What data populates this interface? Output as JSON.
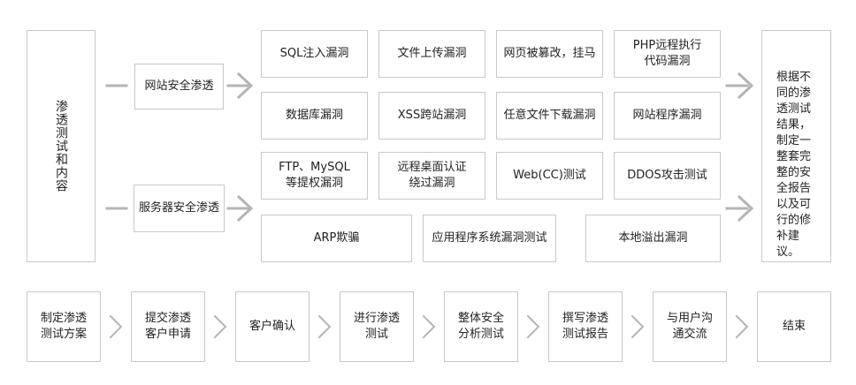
{
  "left_panel": {
    "title": "渗透测试和内容"
  },
  "categories": {
    "web": "网站安全渗透",
    "server": "服务器安全渗透"
  },
  "web_items": [
    "SQL注入漏洞",
    "文件上传漏洞",
    "网页被篡改，挂马",
    "PHP远程执行\n代码漏洞",
    "数据库漏洞",
    "XSS跨站漏洞",
    "任意文件下载漏洞",
    "网站程序漏洞"
  ],
  "server_items": [
    "FTP、MySQL\n等提权漏洞",
    "远程桌面认证\n绕过漏洞",
    "Web(CC)测试",
    "DDOS攻击测试",
    "ARP欺骗",
    "应用程序系统漏洞测试",
    "本地溢出漏洞"
  ],
  "summary": "根据不同的渗透测试结果，制定一整套完整的安全报告以及可行的修补建议。",
  "process_steps": [
    "制定渗透\n测试方案",
    "提交渗透\n客户申请",
    "客户确认",
    "进行渗透\n测试",
    "整体安全\n分析测试",
    "撰写渗透\n测试报告",
    "与用户沟\n通交流",
    "结束"
  ],
  "colors": {
    "border": "#c9c9c9",
    "arrow": "#b5b5b5",
    "text": "#222222"
  }
}
